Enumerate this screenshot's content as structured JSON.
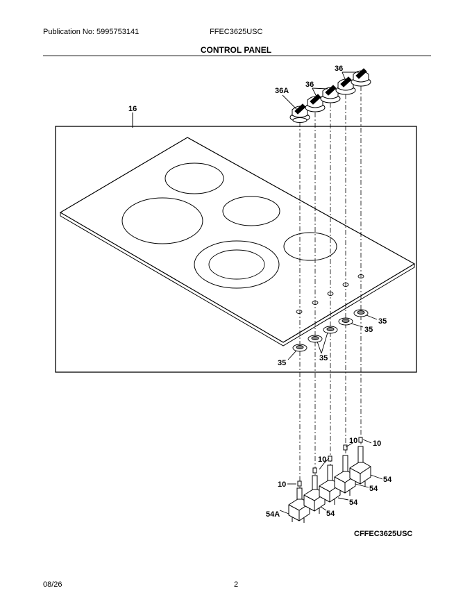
{
  "header": {
    "publication": "Publication No: 5995753141",
    "model": "FFEC3625USC"
  },
  "section_title": "CONTROL PANEL",
  "diagram_model": "CFFEC3625USC",
  "footer": {
    "date": "08/26",
    "page": "2"
  },
  "callouts": {
    "c16": "16",
    "c36a": "36A",
    "c36_mid": "36",
    "c36_top": "36",
    "c35_a": "35",
    "c35_b": "35",
    "c35_c": "35",
    "c35_d": "35",
    "c10_a": "10",
    "c10_b": "10",
    "c10_c": "10",
    "c10_d": "10",
    "c54a": "54A",
    "c54_a": "54",
    "c54_b": "54",
    "c54_c": "54",
    "c54_d": "54"
  }
}
